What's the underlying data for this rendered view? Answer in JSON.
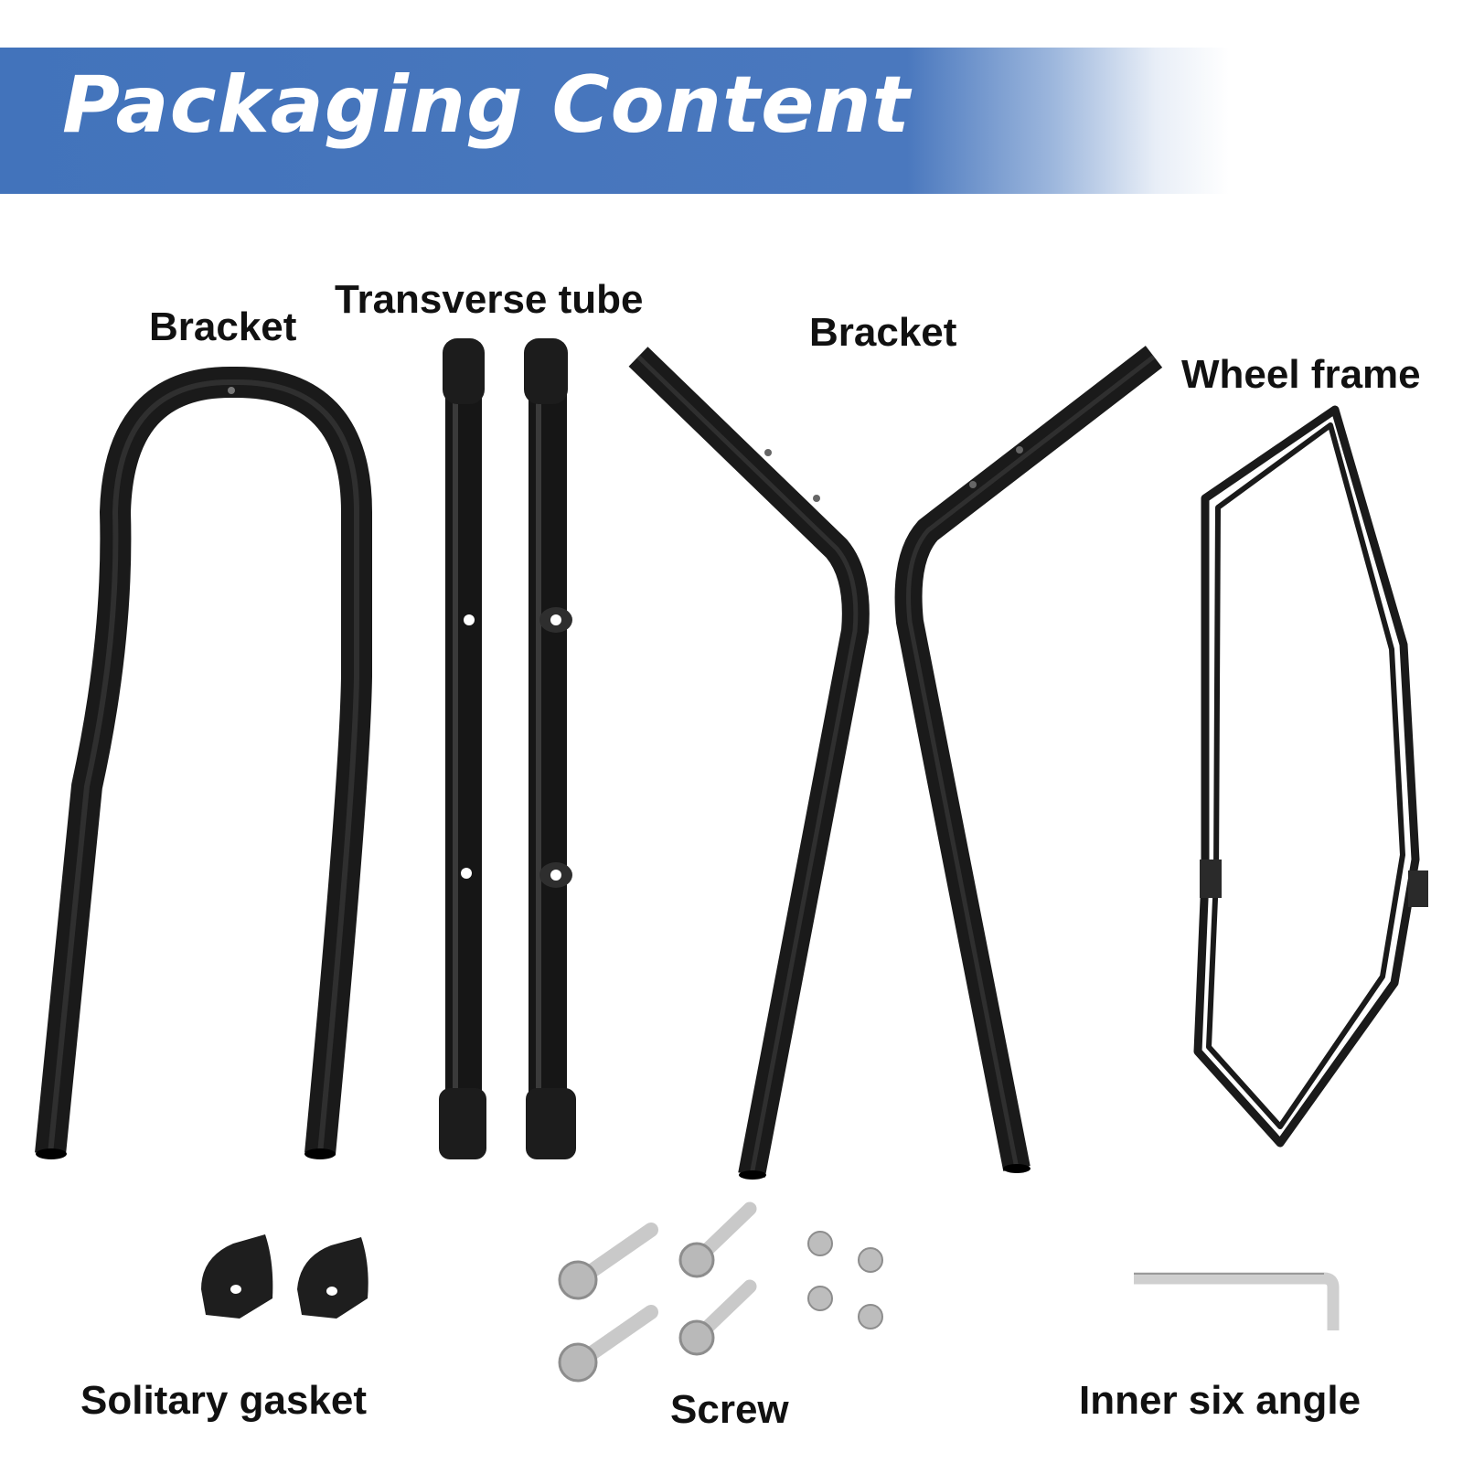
{
  "banner": {
    "title": "Packaging Content",
    "color": "#4273bb"
  },
  "parts": {
    "bracket_left": "Bracket",
    "transverse_tube": "Transverse tube",
    "bracket_right": "Bracket",
    "wheel_frame": "Wheel frame",
    "solitary_gasket": "Solitary gasket",
    "screw": "Screw",
    "inner_six_angle": "Inner six angle"
  }
}
